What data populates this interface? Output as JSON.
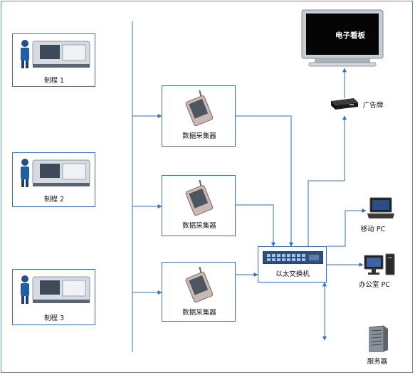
{
  "machines": [
    {
      "label": "制程 1"
    },
    {
      "label": "制程 2"
    },
    {
      "label": "制程 3"
    }
  ],
  "collectors": [
    {
      "label": "数据采集器"
    },
    {
      "label": "数据采集器"
    },
    {
      "label": "数据采集器"
    }
  ],
  "switch": {
    "label": "以太交换机"
  },
  "outputs": {
    "display_board": {
      "screen_text": "电子看板"
    },
    "ad_player": {
      "label": "广告牌"
    },
    "mobile_pc": {
      "label": "移动 PC"
    },
    "office_pc": {
      "label": "办公室 PC"
    },
    "server": {
      "label": "服务器"
    }
  },
  "colors": {
    "box_border": "#3a6fc4",
    "line": "#2f6fbf",
    "frame": "#5b8bd6"
  }
}
